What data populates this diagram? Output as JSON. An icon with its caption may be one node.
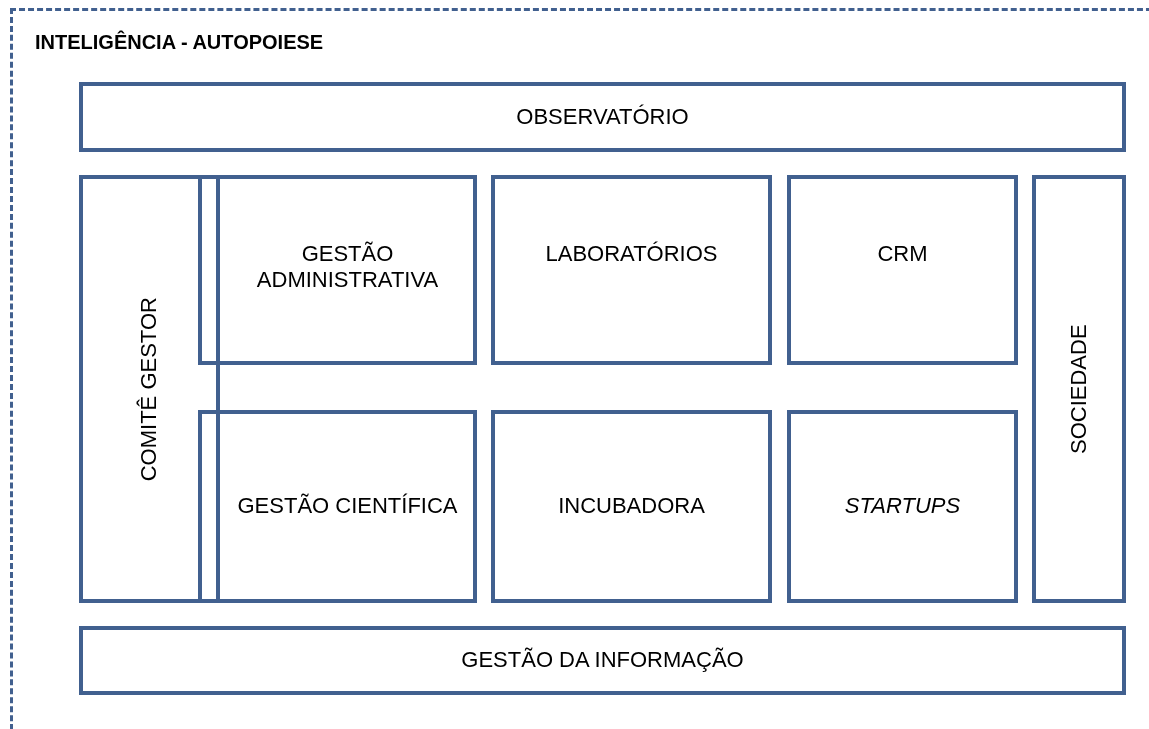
{
  "diagram": {
    "nodes": [
      {
        "text": [
          "INTELIGÊNCIA - AUTOPOIESE"
        ]
      },
      {
        "text": [
          "OBSERVATÓRIO"
        ],
        "in": 0
      },
      {
        "text": [
          "COMITÊ GESTOR"
        ],
        "in": 0
      },
      {
        "text": [
          "GESTÃO ADMINISTRATIVA"
        ],
        "in": 0
      },
      {
        "text": [
          "LABORATÓRIOS"
        ],
        "in": 0
      },
      {
        "text": [
          "CRM"
        ],
        "in": 0
      },
      {
        "text": [
          "SOCIEDADE"
        ],
        "in": 0
      },
      {
        "text": [
          "GESTÃO CIENTÍFICA"
        ],
        "in": 0
      },
      {
        "text": [
          "INCUBADORA"
        ],
        "in": 0
      },
      {
        "text": [
          "STARTUPS"
        ],
        "in": 0
      },
      {
        "text": [
          "GESTÃO DA INFORMAÇÃO"
        ],
        "in": 0
      }
    ]
  }
}
